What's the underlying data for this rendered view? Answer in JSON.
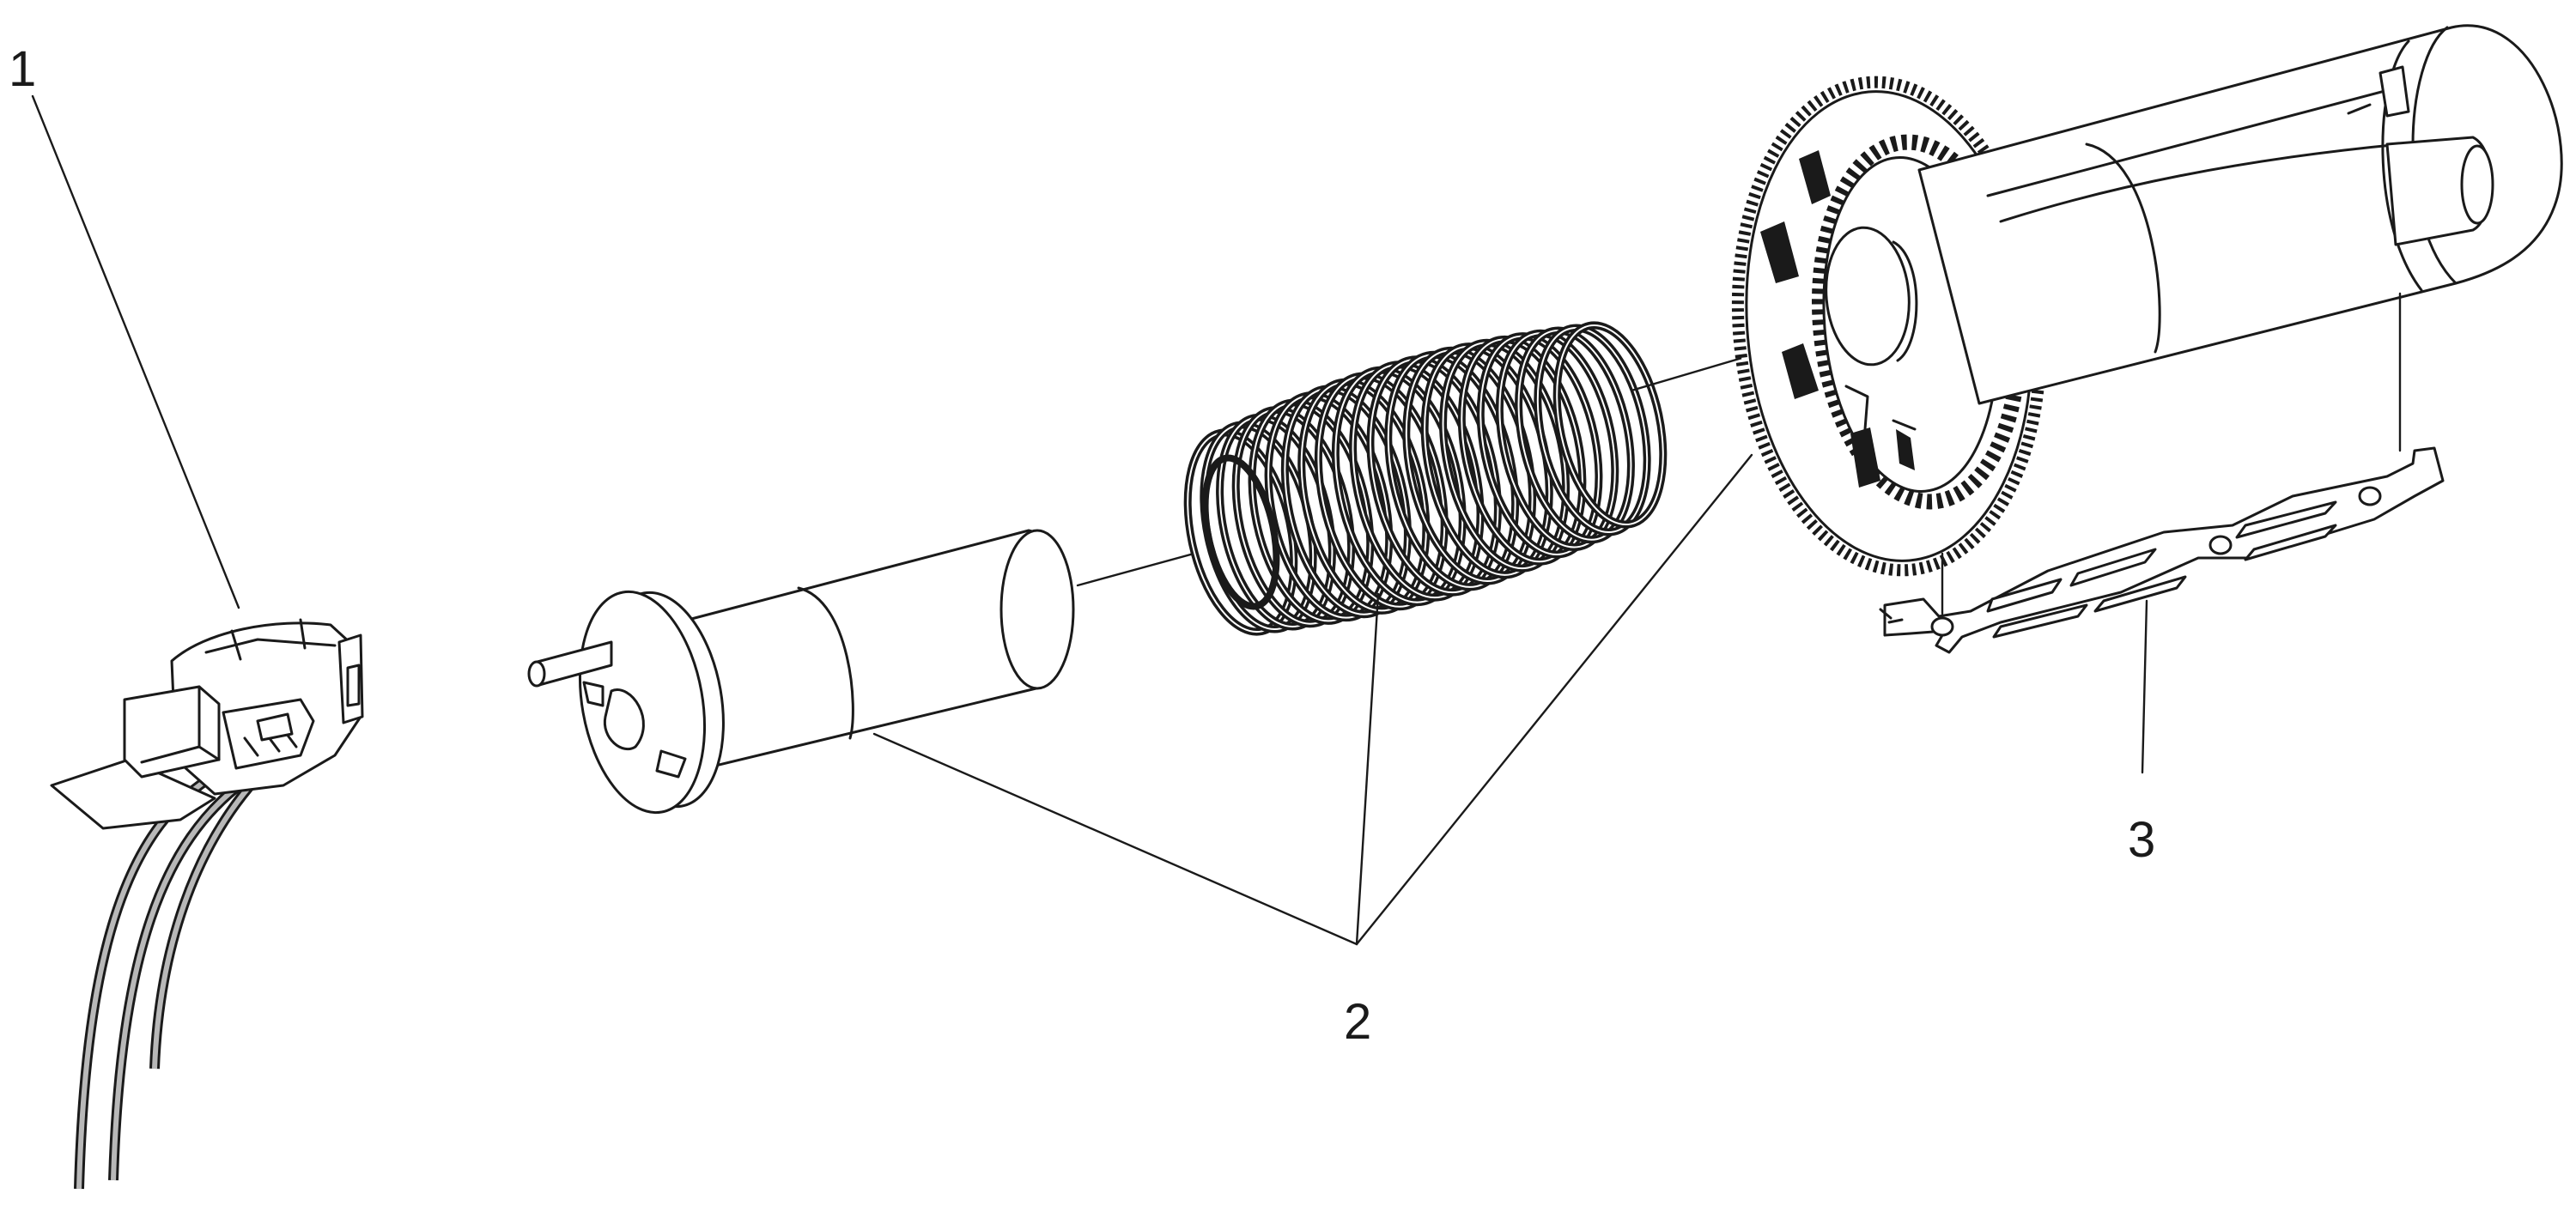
{
  "callouts": [
    {
      "id": "1",
      "label": "1"
    },
    {
      "id": "2",
      "label": "2"
    },
    {
      "id": "3",
      "label": "3"
    }
  ],
  "colors": {
    "line": "#1a1a1a",
    "background": "#ffffff",
    "wire": "#b8b8b8"
  }
}
